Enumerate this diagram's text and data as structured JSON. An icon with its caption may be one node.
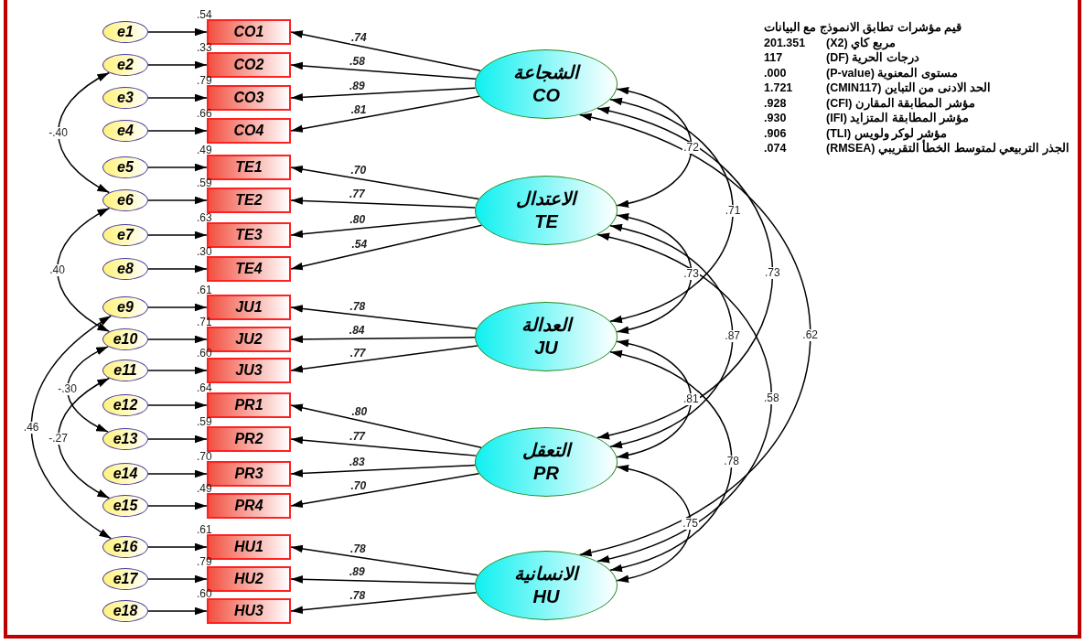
{
  "diagram": {
    "nodes": [
      {
        "text": [
          "e1"
        ]
      },
      {
        "text": [
          "e2"
        ]
      },
      {
        "text": [
          "e3"
        ]
      },
      {
        "text": [
          "e4"
        ]
      },
      {
        "text": [
          "e5"
        ]
      },
      {
        "text": [
          "e6"
        ]
      },
      {
        "text": [
          "e7"
        ]
      },
      {
        "text": [
          "e8"
        ]
      },
      {
        "text": [
          "e9"
        ]
      },
      {
        "text": [
          "e10"
        ]
      },
      {
        "text": [
          "e11"
        ]
      },
      {
        "text": [
          "e12"
        ]
      },
      {
        "text": [
          "e13"
        ]
      },
      {
        "text": [
          "e14"
        ]
      },
      {
        "text": [
          "e15"
        ]
      },
      {
        "text": [
          "e16"
        ]
      },
      {
        "text": [
          "e17"
        ]
      },
      {
        "text": [
          "e18"
        ]
      },
      {
        "text": [
          "CO1"
        ],
        "beside": [
          ".54"
        ]
      },
      {
        "text": [
          "CO2"
        ],
        "beside": [
          ".33"
        ]
      },
      {
        "text": [
          "CO3"
        ],
        "beside": [
          ".79"
        ]
      },
      {
        "text": [
          "CO4"
        ],
        "beside": [
          ".66"
        ]
      },
      {
        "text": [
          "TE1"
        ],
        "beside": [
          ".49"
        ]
      },
      {
        "text": [
          "TE2"
        ],
        "beside": [
          ".59"
        ]
      },
      {
        "text": [
          "TE3"
        ],
        "beside": [
          ".63"
        ]
      },
      {
        "text": [
          "TE4"
        ],
        "beside": [
          ".30"
        ]
      },
      {
        "text": [
          "JU1"
        ],
        "beside": [
          ".61"
        ]
      },
      {
        "text": [
          "JU2"
        ],
        "beside": [
          ".71"
        ]
      },
      {
        "text": [
          "JU3"
        ],
        "beside": [
          ".60"
        ]
      },
      {
        "text": [
          "PR1"
        ],
        "beside": [
          ".64"
        ]
      },
      {
        "text": [
          "PR2"
        ],
        "beside": [
          ".59"
        ]
      },
      {
        "text": [
          "PR3"
        ],
        "beside": [
          ".70"
        ]
      },
      {
        "text": [
          "PR4"
        ],
        "beside": [
          ".49"
        ]
      },
      {
        "text": [
          "HU1"
        ],
        "beside": [
          ".61"
        ]
      },
      {
        "text": [
          "HU2"
        ],
        "beside": [
          ".79"
        ]
      },
      {
        "text": [
          "HU3"
        ],
        "beside": [
          ".60"
        ]
      },
      {
        "text": [
          "الشجاعة",
          "CO"
        ]
      },
      {
        "text": [
          "الاعتدال",
          "TE"
        ]
      },
      {
        "text": [
          "العدالة",
          "JU"
        ]
      },
      {
        "text": [
          "التعقل",
          "PR"
        ]
      },
      {
        "text": [
          "الانسانية",
          "HU"
        ]
      }
    ],
    "edges": [
      {
        "from": 0,
        "to": 18,
        "arrow": "to"
      },
      {
        "from": 1,
        "to": 19,
        "arrow": "to"
      },
      {
        "from": 2,
        "to": 20,
        "arrow": "to"
      },
      {
        "from": 3,
        "to": 21,
        "arrow": "to"
      },
      {
        "from": 4,
        "to": 22,
        "arrow": "to"
      },
      {
        "from": 5,
        "to": 23,
        "arrow": "to"
      },
      {
        "from": 6,
        "to": 24,
        "arrow": "to"
      },
      {
        "from": 7,
        "to": 25,
        "arrow": "to"
      },
      {
        "from": 8,
        "to": 26,
        "arrow": "to"
      },
      {
        "from": 9,
        "to": 27,
        "arrow": "to"
      },
      {
        "from": 10,
        "to": 28,
        "arrow": "to"
      },
      {
        "from": 11,
        "to": 29,
        "arrow": "to"
      },
      {
        "from": 12,
        "to": 30,
        "arrow": "to"
      },
      {
        "from": 13,
        "to": 31,
        "arrow": "to"
      },
      {
        "from": 14,
        "to": 32,
        "arrow": "to"
      },
      {
        "from": 15,
        "to": 33,
        "arrow": "to"
      },
      {
        "from": 16,
        "to": 34,
        "arrow": "to"
      },
      {
        "from": 17,
        "to": 35,
        "arrow": "to"
      },
      {
        "from": 36,
        "to": 18,
        "arrow": "to",
        "label": ".74"
      },
      {
        "from": 36,
        "to": 19,
        "arrow": "to",
        "label": ".58"
      },
      {
        "from": 36,
        "to": 20,
        "arrow": "to",
        "label": ".89"
      },
      {
        "from": 36,
        "to": 21,
        "arrow": "to",
        "label": ".81"
      },
      {
        "from": 37,
        "to": 22,
        "arrow": "to",
        "label": ".70"
      },
      {
        "from": 37,
        "to": 23,
        "arrow": "to",
        "label": ".77"
      },
      {
        "from": 37,
        "to": 24,
        "arrow": "to",
        "label": ".80"
      },
      {
        "from": 37,
        "to": 25,
        "arrow": "to",
        "label": ".54"
      },
      {
        "from": 38,
        "to": 26,
        "arrow": "to",
        "label": ".78"
      },
      {
        "from": 38,
        "to": 27,
        "arrow": "to",
        "label": ".84"
      },
      {
        "from": 38,
        "to": 28,
        "arrow": "to",
        "label": ".77"
      },
      {
        "from": 39,
        "to": 29,
        "arrow": "to",
        "label": ".80"
      },
      {
        "from": 39,
        "to": 30,
        "arrow": "to",
        "label": ".77"
      },
      {
        "from": 39,
        "to": 31,
        "arrow": "to",
        "label": ".83"
      },
      {
        "from": 39,
        "to": 32,
        "arrow": "to",
        "label": ".70"
      },
      {
        "from": 40,
        "to": 33,
        "arrow": "to",
        "label": ".78"
      },
      {
        "from": 40,
        "to": 34,
        "arrow": "to",
        "label": ".89"
      },
      {
        "from": 40,
        "to": 35,
        "arrow": "to",
        "label": ".78"
      },
      {
        "from": 1,
        "to": 5,
        "arrow": "both",
        "label": "-.40"
      },
      {
        "from": 5,
        "to": 9,
        "arrow": "both",
        "label": ".40"
      },
      {
        "from": 8,
        "to": 15,
        "arrow": "both",
        "label": ".46"
      },
      {
        "from": 9,
        "to": 12,
        "arrow": "both",
        "label": "-.30"
      },
      {
        "from": 10,
        "to": 14,
        "arrow": "both",
        "label": "-.27"
      },
      {
        "from": 36,
        "to": 37,
        "arrow": "both",
        "label": ".72"
      },
      {
        "from": 36,
        "to": 38,
        "arrow": "both",
        "label": ".71"
      },
      {
        "from": 36,
        "to": 39,
        "arrow": "both",
        "label": ".73"
      },
      {
        "from": 36,
        "to": 40,
        "arrow": "both",
        "label": ".62"
      },
      {
        "from": 37,
        "to": 38,
        "arrow": "both",
        "label": ".73"
      },
      {
        "from": 37,
        "to": 39,
        "arrow": "both",
        "label": ".87"
      },
      {
        "from": 37,
        "to": 40,
        "arrow": "both",
        "label": ".58"
      },
      {
        "from": 38,
        "to": 39,
        "arrow": "both",
        "label": ".81"
      },
      {
        "from": 38,
        "to": 40,
        "arrow": "both",
        "label": ".78"
      },
      {
        "from": 39,
        "to": 40,
        "arrow": "both",
        "label": ".75"
      }
    ],
    "labels": [
      "قيم مؤشرات تطابق الانموذج مع البيانات",
      "201.351",
      "مربع كاي (X2)",
      "117",
      "درجات الحرية (DF)",
      ".000",
      "مستوى المعنوية (P-value)",
      "1.721",
      "الحد الادنى من التباين (CMIN117)",
      ".928",
      "مؤشر المطابقة المقارن (CFI)",
      ".930",
      "مؤشر المطابقة المتزايد (IFI)",
      ".906",
      "مؤشر لوكر ولويس (TLI)",
      ".074",
      "الجذر التربيعي لمتوسط الخطأ التقريبي (RMSEA)"
    ]
  }
}
